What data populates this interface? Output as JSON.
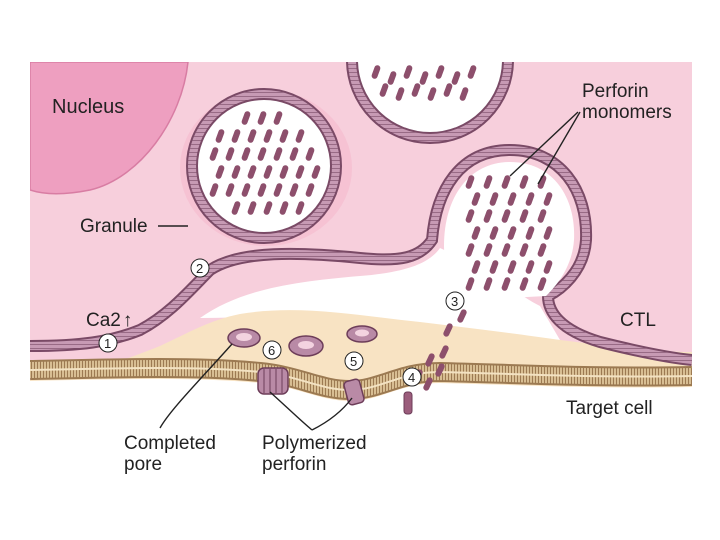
{
  "labels": {
    "nucleus": "Nucleus",
    "perforin_monomers_line1": "Perforin",
    "perforin_monomers_line2": "monomers",
    "granule": "Granule",
    "calcium": "Ca2",
    "ctl": "CTL",
    "target_cell": "Target cell",
    "completed_pore_line1": "Completed",
    "completed_pore_line2": "pore",
    "polymerized_perforin_line1": "Polymerized",
    "polymerized_perforin_line2": "perforin"
  },
  "steps": [
    "1",
    "2",
    "3",
    "4",
    "5",
    "6"
  ],
  "colors": {
    "ctl_cytoplasm": "#f7cfdc",
    "nucleus": "#ee9fc0",
    "membrane": "#9a6b86",
    "perforin": "#8d4f6c",
    "synapse": "#f8e3c3",
    "target_membrane": "#c6a87b"
  }
}
